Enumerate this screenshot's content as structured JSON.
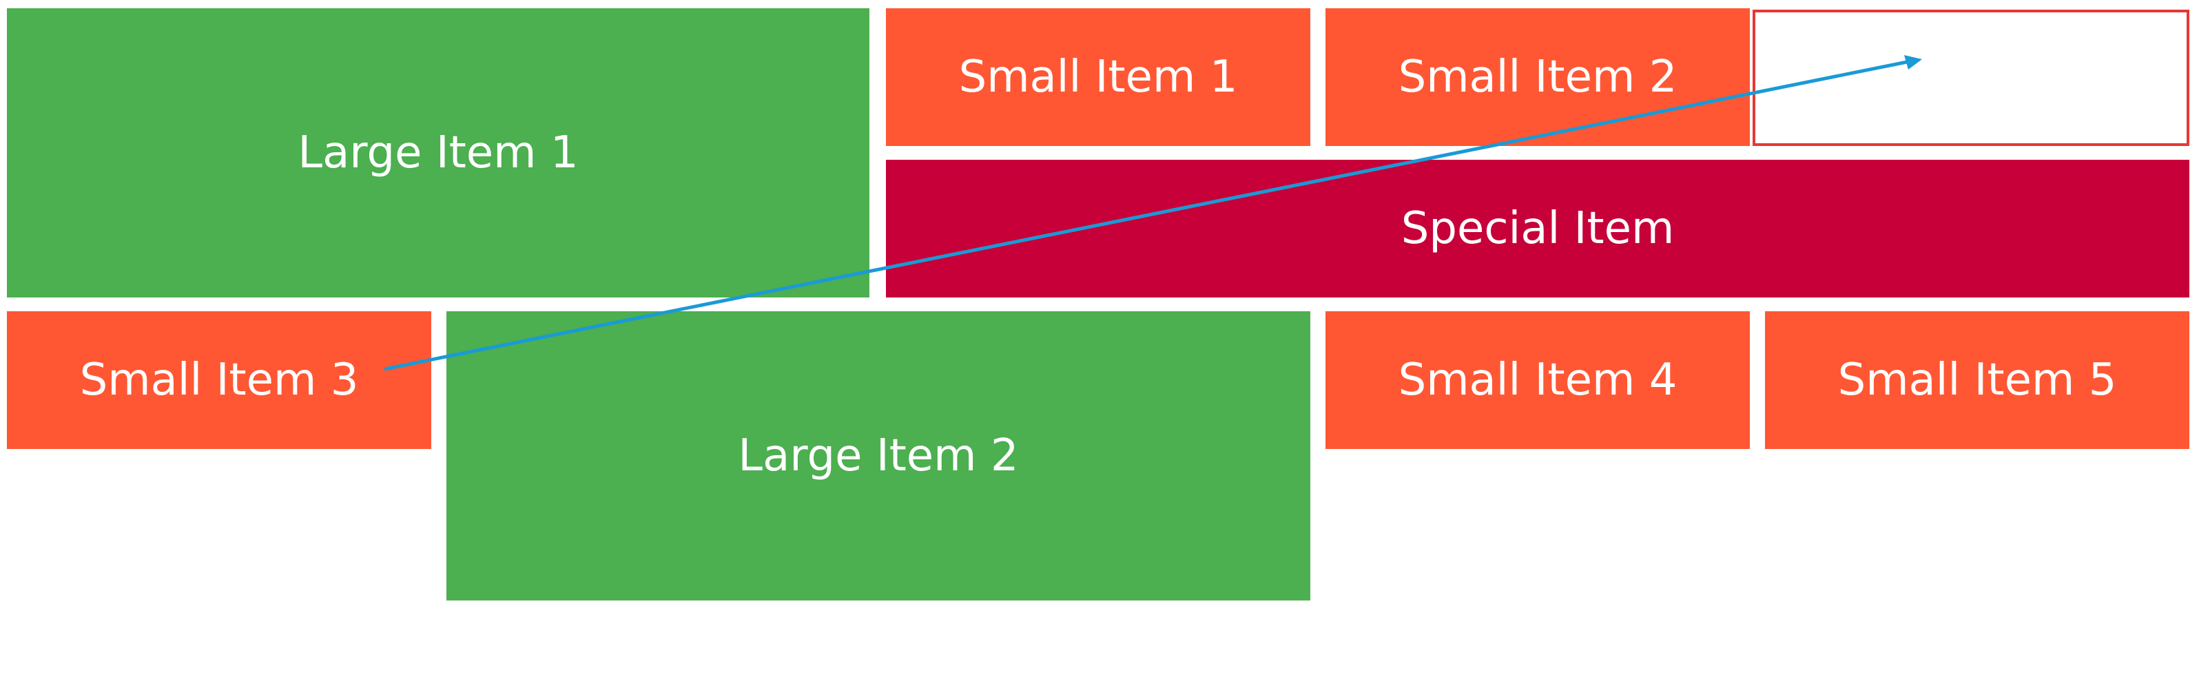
{
  "tiles": {
    "large_1": "Large Item 1",
    "small_1": "Small Item 1",
    "small_2": "Small Item 2",
    "special": "Special Item",
    "small_3": "Small Item 3",
    "large_2": "Large Item 2",
    "small_4": "Small Item 4",
    "small_5": "Small Item 5"
  },
  "colors": {
    "small": "#ff5733",
    "large": "#4caf50",
    "special": "#c70039",
    "drop_target_border": "#e53935",
    "drag_arrow": "#1a9ad6"
  }
}
